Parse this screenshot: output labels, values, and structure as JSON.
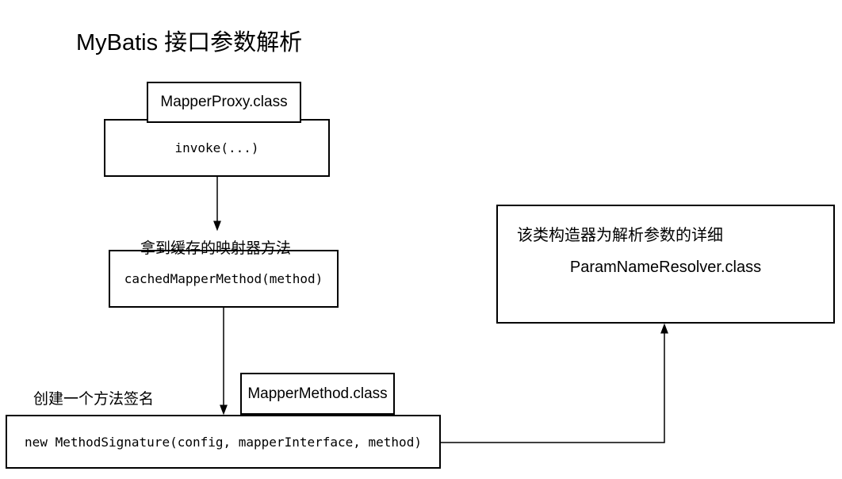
{
  "title": "MyBatis 接口参数解析",
  "colors": {
    "background": "#ffffff",
    "border": "#000000",
    "text": "#000000",
    "connector": "#000000"
  },
  "nodes": {
    "mapper_proxy_class": "MapperProxy.class",
    "invoke_method": "invoke(...)",
    "cached_method_note": "拿到缓存的映射器方法",
    "cached_method": "cachedMapperMethod(method)",
    "create_signature_note": "创建一个方法签名",
    "mapper_method_class": "MapperMethod.class",
    "method_signature": "new MethodSignature(config, mapperInterface, method)",
    "resolver_note": "该类构造器为解析参数的详细",
    "param_name_resolver_class": "ParamNameResolver.class"
  }
}
